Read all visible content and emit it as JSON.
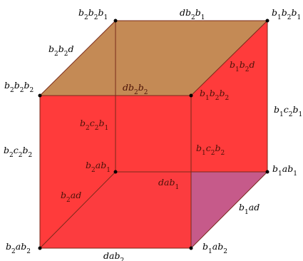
{
  "colors": {
    "top_face": "#c48a55",
    "red_faces": "#ff3b3b",
    "bottom_face": "#c65a8a",
    "edge": "#7a2a1a",
    "vertex": "#000000"
  },
  "vertices": {
    "top_back_left": "b_2 b_2 b_1",
    "top_back_right": "b_1 b_2 b_1",
    "top_front_left": "b_2 b_2 b_2",
    "top_front_right": "b_1 b_2 b_2",
    "bottom_back_left": "b_2 a b_1",
    "bottom_back_right": "b_1 a b_1",
    "bottom_front_left": "b_2 a b_2",
    "bottom_front_right": "b_1 a b_2"
  },
  "edges": {
    "top_back": "d b_2 b_1",
    "top_left": "b_2 b_2 d",
    "top_right": "b_1 b_2 d",
    "top_front": "d b_2 b_2",
    "vert_back_left": "b_2 c_2 b_1",
    "vert_back_right": "b_1 c_2 b_1",
    "vert_front_left": "b_2 c_2 b_2",
    "vert_front_right": "b_1 c_2 b_2",
    "bottom_back": "d a b_1",
    "bottom_left": "b_2 a d",
    "bottom_right": "b_1 a d",
    "bottom_front": "d a b_2"
  }
}
